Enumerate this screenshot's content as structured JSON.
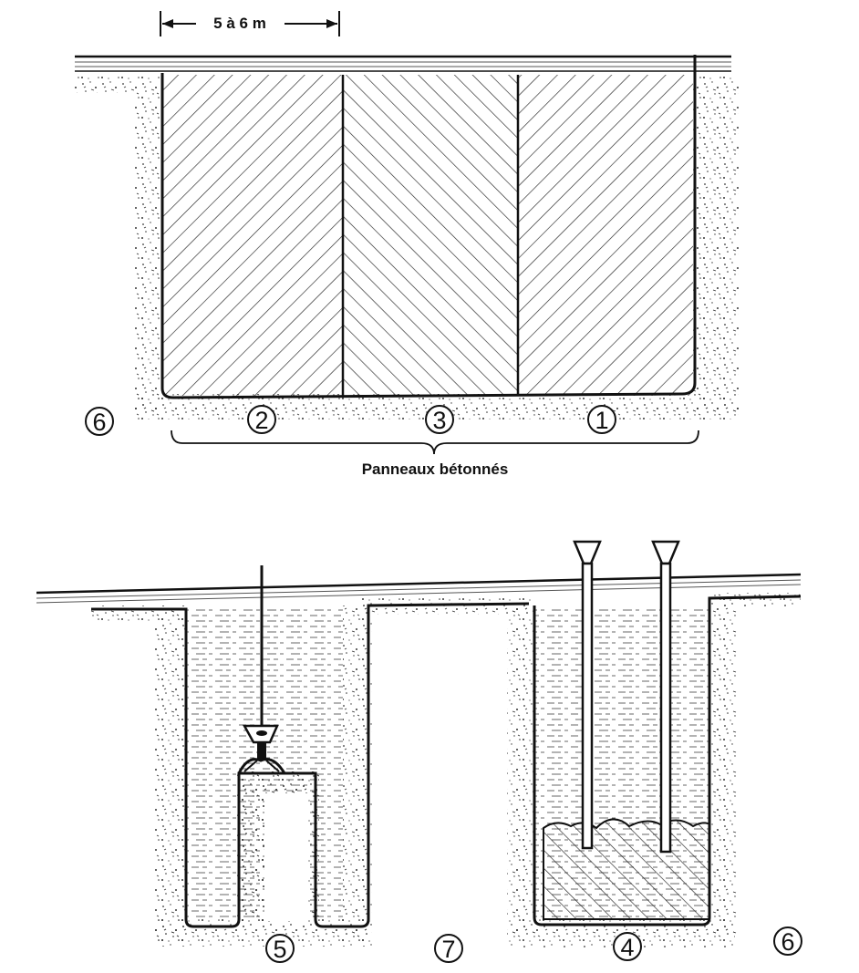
{
  "top_diagram": {
    "width_label": "5 à 6 m",
    "caption": "Panneaux bétonnés",
    "panel_numbers": [
      "2",
      "3",
      "1"
    ],
    "soil_number": "6"
  },
  "bottom_diagram": {
    "labels": [
      "5",
      "7",
      "4",
      "6"
    ]
  }
}
